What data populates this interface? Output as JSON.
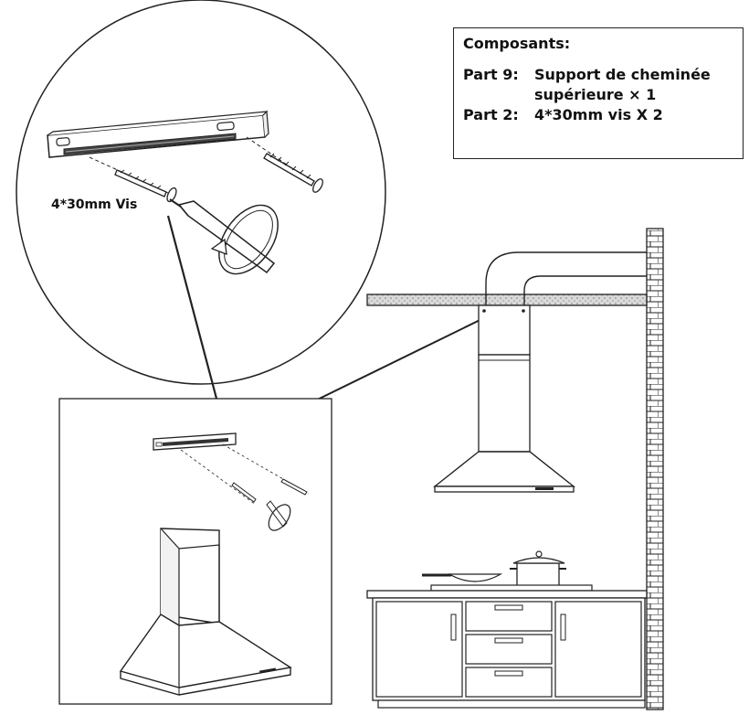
{
  "components": {
    "title": "Composants:",
    "items": [
      {
        "part": "Part 9:",
        "desc_line1": "Support de cheminée",
        "desc_line2": "supérieure × 1"
      },
      {
        "part": "Part 2:",
        "desc_line1": "4*30mm vis X 2",
        "desc_line2": ""
      }
    ]
  },
  "callout": {
    "screw_label": "4*30mm Vis"
  },
  "colors": {
    "line": "#222222",
    "wall_fill": "#ffffff",
    "ceiling_fill": "#c8c8c8"
  }
}
